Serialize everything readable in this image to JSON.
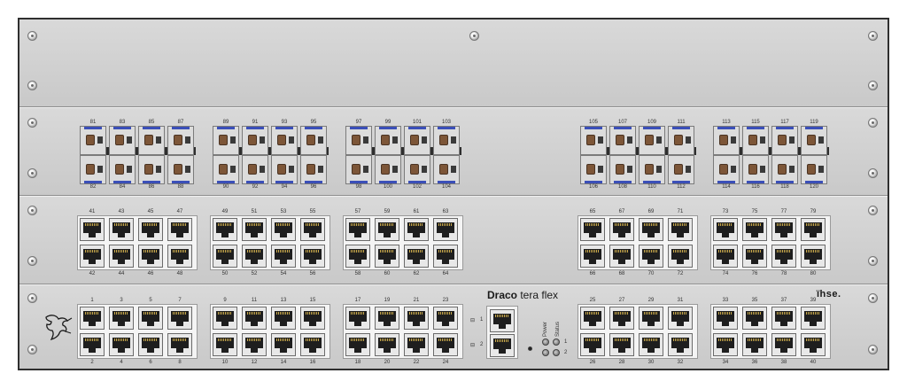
{
  "device": {
    "brand_bold": "Draco",
    "brand_rest": " tera flex",
    "vendor_logo": "ïhse.",
    "power_label": "Power",
    "status_label": "Status",
    "led_row_labels": [
      "1",
      "2"
    ],
    "mgmt_port_labels": [
      "1",
      "2"
    ],
    "logo_icon": "dragon-logo-icon"
  },
  "sfp_blocks": [
    {
      "top": [
        "81",
        "83",
        "85",
        "87"
      ],
      "bottom": [
        "82",
        "84",
        "86",
        "88"
      ]
    },
    {
      "top": [
        "89",
        "91",
        "93",
        "95"
      ],
      "bottom": [
        "90",
        "92",
        "94",
        "96"
      ]
    },
    {
      "top": [
        "97",
        "99",
        "101",
        "103"
      ],
      "bottom": [
        "98",
        "100",
        "102",
        "104"
      ]
    },
    {
      "top": [
        "105",
        "107",
        "109",
        "111"
      ],
      "bottom": [
        "106",
        "108",
        "110",
        "112"
      ]
    },
    {
      "top": [
        "113",
        "115",
        "117",
        "119"
      ],
      "bottom": [
        "114",
        "116",
        "118",
        "120"
      ]
    }
  ],
  "rj45_upper_blocks": [
    {
      "top": [
        "41",
        "43",
        "45",
        "47"
      ],
      "bottom": [
        "42",
        "44",
        "46",
        "48"
      ]
    },
    {
      "top": [
        "49",
        "51",
        "53",
        "55"
      ],
      "bottom": [
        "50",
        "52",
        "54",
        "56"
      ]
    },
    {
      "top": [
        "57",
        "59",
        "61",
        "63"
      ],
      "bottom": [
        "58",
        "60",
        "62",
        "64"
      ]
    },
    {
      "top": [
        "65",
        "67",
        "69",
        "71"
      ],
      "bottom": [
        "66",
        "68",
        "70",
        "72"
      ]
    },
    {
      "top": [
        "73",
        "75",
        "77",
        "79"
      ],
      "bottom": [
        "74",
        "76",
        "78",
        "80"
      ]
    }
  ],
  "rj45_lower_blocks": [
    {
      "top": [
        "1",
        "3",
        "5",
        "7"
      ],
      "bottom": [
        "2",
        "4",
        "6",
        "8"
      ]
    },
    {
      "top": [
        "9",
        "11",
        "13",
        "15"
      ],
      "bottom": [
        "10",
        "12",
        "14",
        "16"
      ]
    },
    {
      "top": [
        "17",
        "19",
        "21",
        "23"
      ],
      "bottom": [
        "18",
        "20",
        "22",
        "24"
      ]
    },
    {
      "top": [
        "25",
        "27",
        "29",
        "31"
      ],
      "bottom": [
        "26",
        "28",
        "30",
        "32"
      ]
    },
    {
      "top": [
        "33",
        "35",
        "37",
        "39"
      ],
      "bottom": [
        "34",
        "36",
        "38",
        "40"
      ]
    }
  ]
}
